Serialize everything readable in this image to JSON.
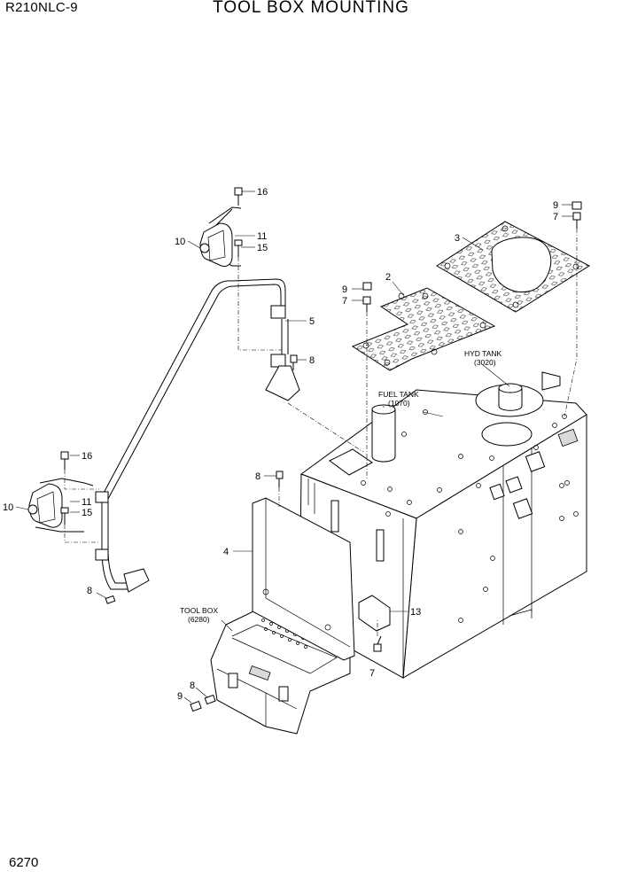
{
  "header": {
    "model": "R210NLC-9",
    "title": "TOOL BOX MOUNTING"
  },
  "footer": {
    "page_number": "6270"
  },
  "components": {
    "fuel_tank": {
      "name": "FUEL TANK",
      "ref": "(1070)"
    },
    "hyd_tank": {
      "name": "HYD TANK",
      "ref": "(3020)"
    },
    "tool_box": {
      "name": "TOOL BOX",
      "ref": "(6280)"
    }
  },
  "callouts": {
    "c16a": "16",
    "c11a": "11",
    "c15a": "15",
    "c10a": "10",
    "c5": "5",
    "c8a": "8",
    "c9a": "9",
    "c7a": "7",
    "c2": "2",
    "c3": "3",
    "c9b": "9",
    "c7b": "7",
    "c16b": "16",
    "c10b": "10",
    "c11b": "11",
    "c15b": "15",
    "c8b": "8",
    "c8c": "8",
    "c4": "4",
    "c13": "13",
    "c7c": "7",
    "c8d": "8",
    "c9c": "9"
  }
}
